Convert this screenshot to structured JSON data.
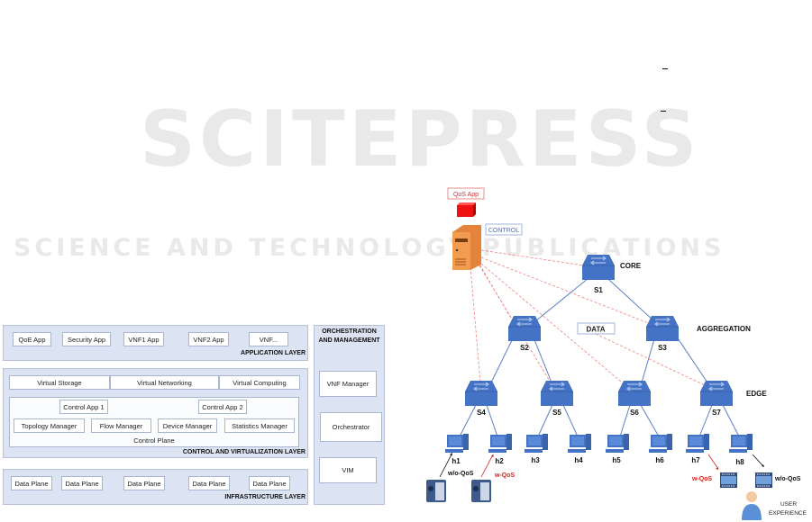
{
  "watermark": {
    "title": "SCITEPRESS",
    "subtitle": "SCIENCE AND TECHNOLOGY PUBLICATIONS"
  },
  "architecture": {
    "application_layer": {
      "label": "APPLICATION  LAYER",
      "apps": [
        "QoE App",
        "Security App",
        "VNF1 App",
        "VNF2 App",
        "VNF..."
      ]
    },
    "control_layer": {
      "label": "CONTROL AND VIRTUALIZATION LAYER",
      "virtual": [
        "Virtual Storage",
        "Virtual Networking",
        "Virtual Computing"
      ],
      "control_apps": [
        "Control App 1",
        "Control App 2"
      ],
      "managers": [
        "Topology Manager",
        "Flow Manager",
        "Device Manager",
        "Statistics Manager"
      ],
      "control_plane": "Control Plane"
    },
    "infrastructure_layer": {
      "label": "INFRASTRUCTURE LAYER",
      "items": [
        "Data Plane",
        "Data Plane",
        "Data Plane",
        "Data Plane",
        "Data Plane"
      ]
    },
    "orchestration": {
      "title_line1": "ORCHESTRATION",
      "title_line2": "AND MANAGEMENT",
      "items": [
        "VNF Manager",
        "Orchestrator",
        "VIM"
      ]
    }
  },
  "topology": {
    "qos_app": "QoS App",
    "control": "CONTROL",
    "data": "DATA",
    "levels": {
      "core": "CORE",
      "aggregation": "AGGREGATION",
      "edge": "EDGE"
    },
    "switches": [
      "S1",
      "S2",
      "S3",
      "S4",
      "S5",
      "S6",
      "S7"
    ],
    "hosts": [
      "h1",
      "h2",
      "h3",
      "h4",
      "h5",
      "h6",
      "h7",
      "h8"
    ],
    "flows": {
      "wo_qos": "w/o-QoS",
      "w_qos": "w-QoS"
    },
    "user_line1": "USER",
    "user_line2": "EXPERIENCE",
    "colors": {
      "switch": "#4472c4",
      "link": "#5b7fc7",
      "control_link": "#f08080",
      "qos": "#e02020"
    }
  }
}
